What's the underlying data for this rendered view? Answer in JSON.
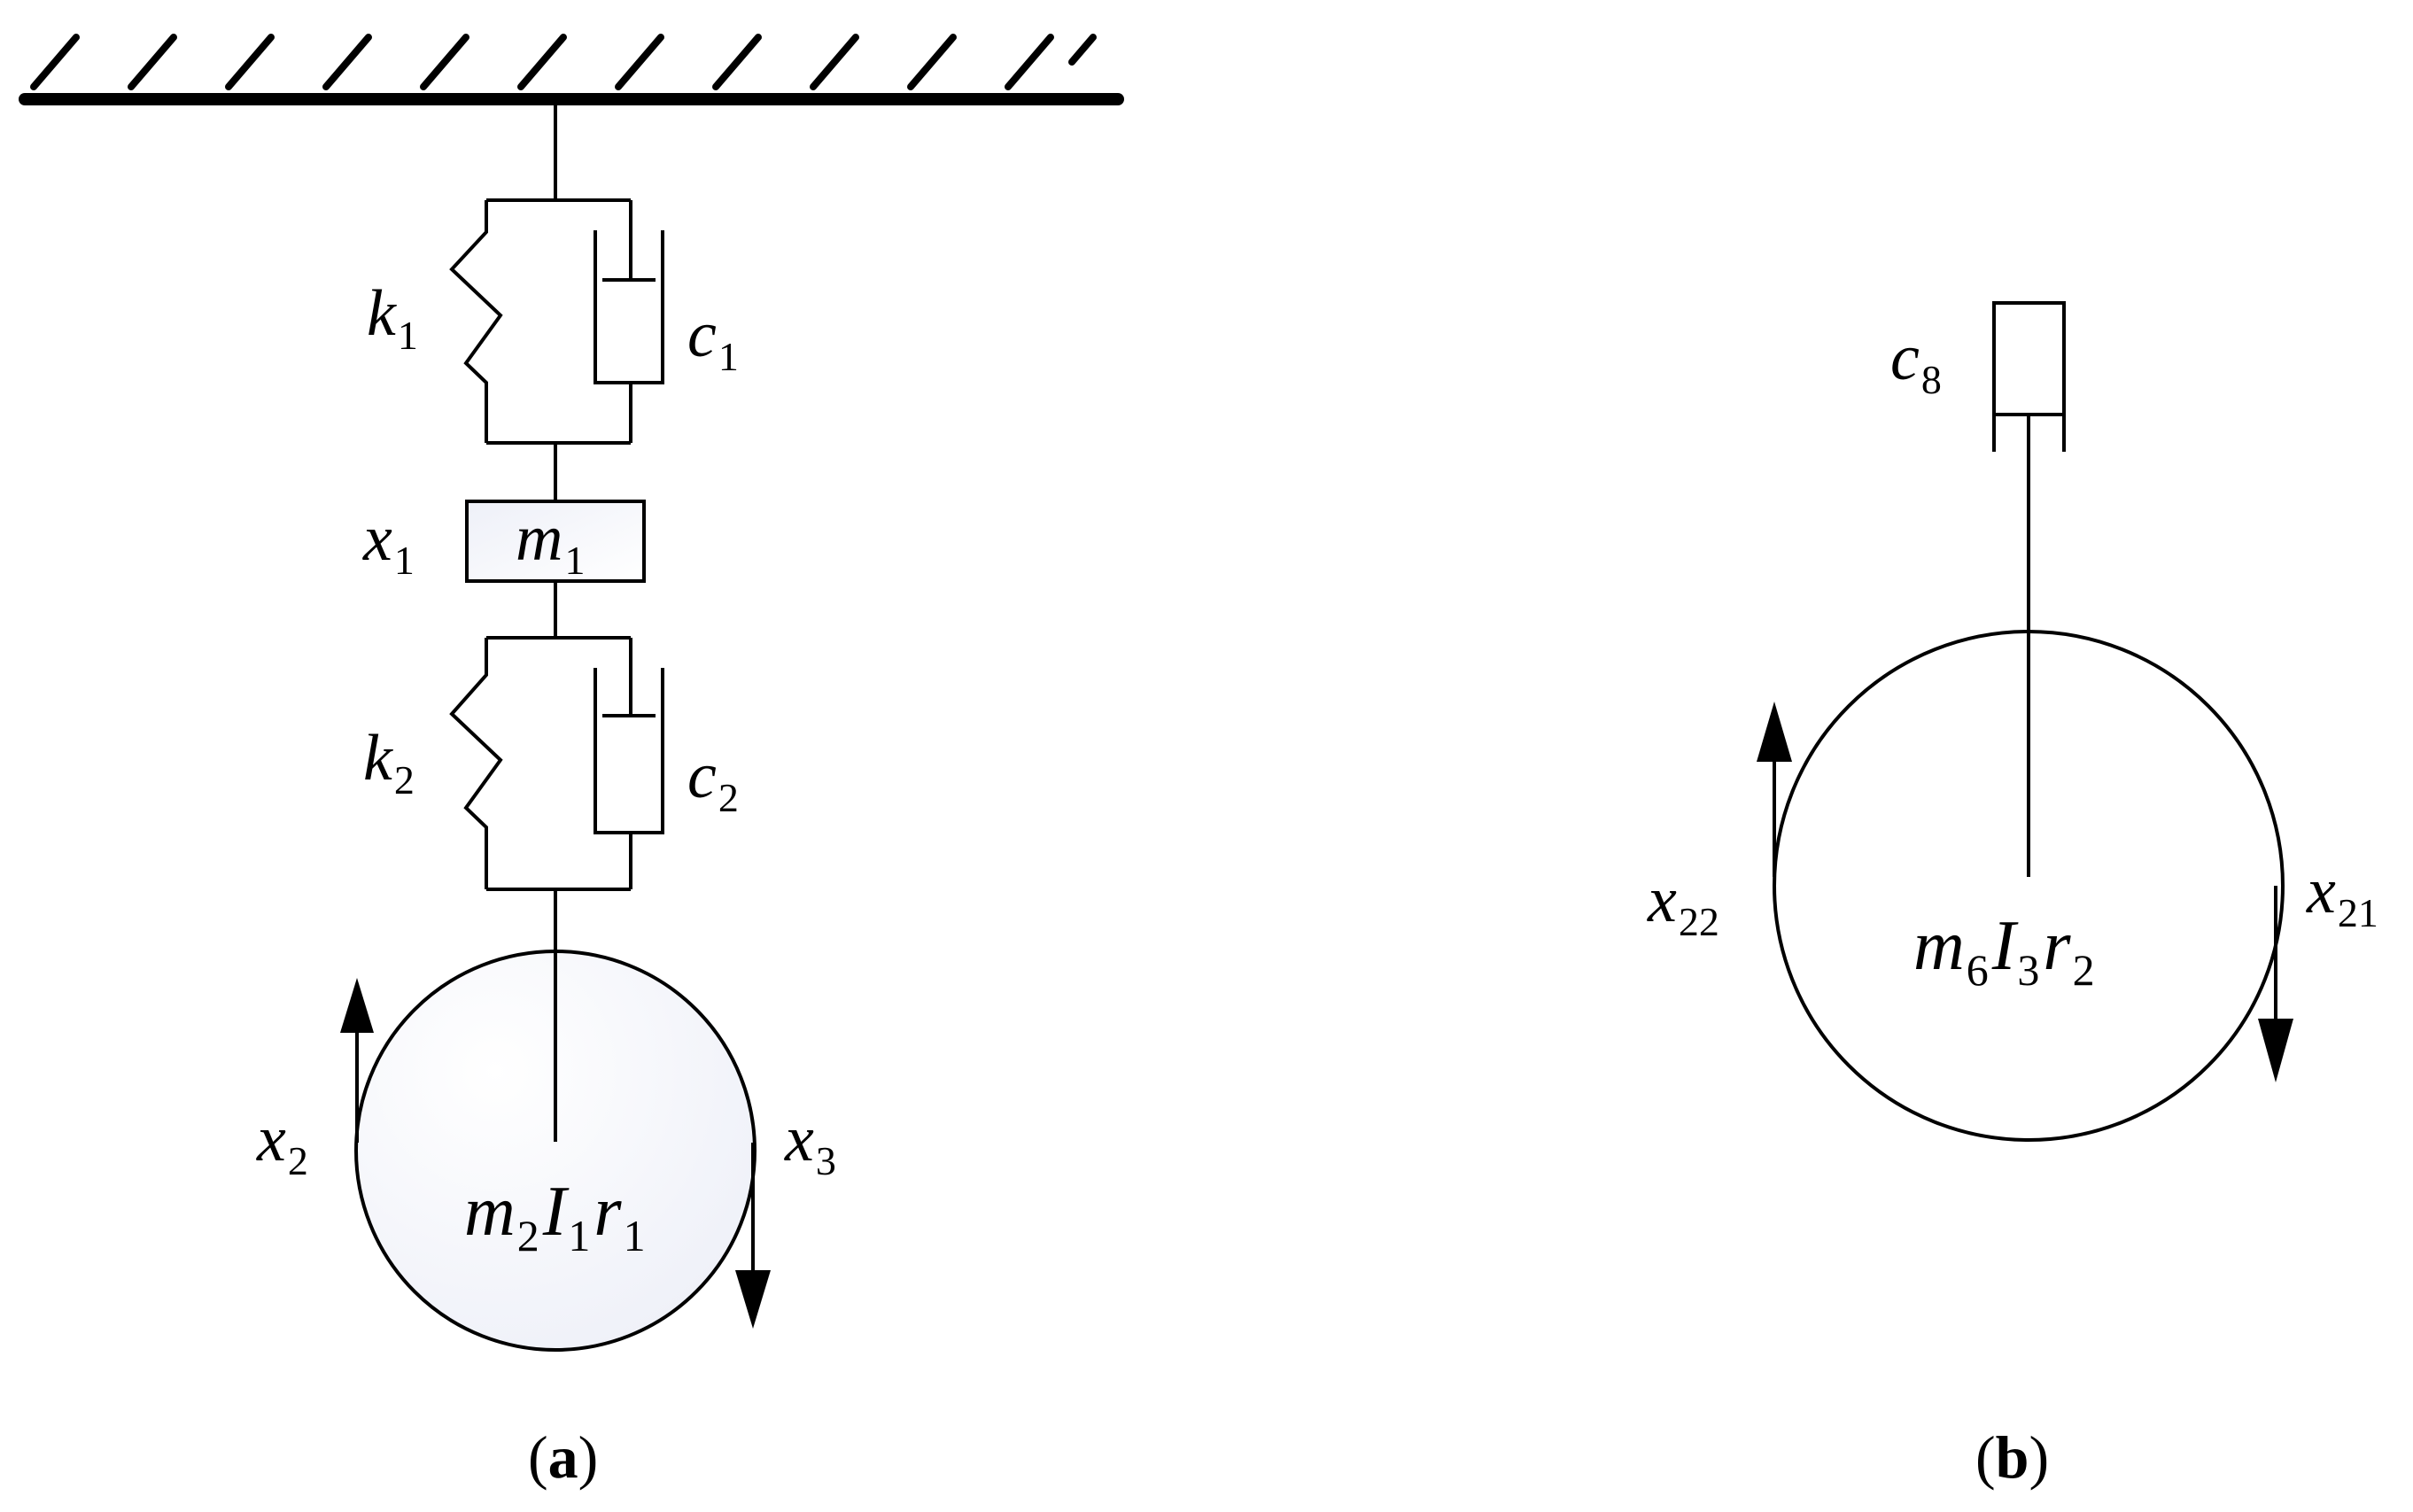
{
  "panel_a": {
    "caption": {
      "open": "(",
      "letter": "a",
      "close": ")"
    },
    "k1": {
      "base": "k",
      "sub": "1"
    },
    "c1": {
      "base": "c",
      "sub": "1"
    },
    "x1": {
      "base": "x",
      "sub": "1"
    },
    "m1": {
      "base": "m",
      "sub": "1"
    },
    "k2": {
      "base": "k",
      "sub": "2"
    },
    "c2": {
      "base": "c",
      "sub": "2"
    },
    "x2": {
      "base": "x",
      "sub": "2"
    },
    "x3": {
      "base": "x",
      "sub": "3"
    },
    "wheel_label": {
      "m": "m",
      "m_sub": "2",
      "i": "I",
      "i_sub": "1",
      "r": "r",
      "r_sub": "1"
    },
    "wheel_fill": "#eef0f8",
    "mass_fill": "#eef0f8"
  },
  "panel_b": {
    "caption": {
      "open": "(",
      "letter": "b",
      "close": ")"
    },
    "c8": {
      "base": "c",
      "sub": "8"
    },
    "x22": {
      "base": "x",
      "sub": "22"
    },
    "x21": {
      "base": "x",
      "sub": "21"
    },
    "wheel_label": {
      "m": "m",
      "m_sub": "6",
      "i": "I",
      "i_sub": "3",
      "r": "r",
      "r_sub": "2"
    },
    "wheel_fill": "#ffffff"
  }
}
